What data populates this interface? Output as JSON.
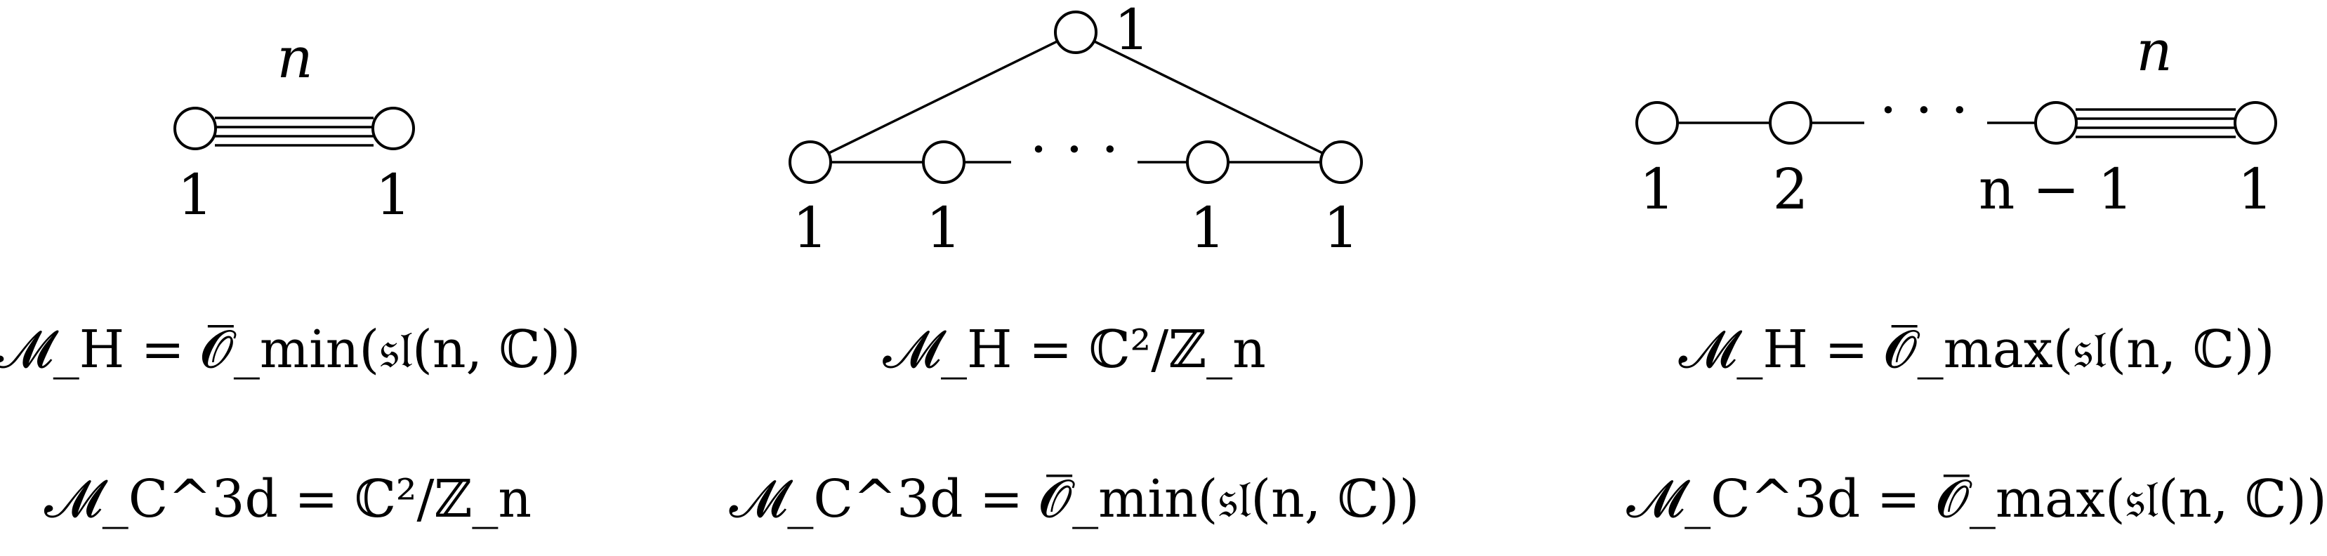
{
  "quivers": [
    {
      "top_label": "n",
      "node_labels": [
        "1",
        "1"
      ]
    },
    {
      "top_label": "1",
      "dots": "· · ·",
      "node_labels": [
        "1",
        "1",
        "1",
        "1"
      ]
    },
    {
      "top_label": "n",
      "dots": "· · ·",
      "node_labels": [
        "1",
        "2",
        "n − 1",
        "1"
      ]
    }
  ],
  "equations": {
    "higgs": [
      "𝓜_H = 𝓞̅_min(𝔰𝔩(n, ℂ))",
      "𝓜_H = ℂ²/ℤ_n",
      "𝓜_H = 𝓞̅_max(𝔰𝔩(n, ℂ))"
    ],
    "coulomb": [
      "𝓜_C^3d = ℂ²/ℤ_n",
      "𝓜_C^3d = 𝓞̅_min(𝔰𝔩(n, ℂ))",
      "𝓜_C^3d = 𝓞̅_max(𝔰𝔩(n, ℂ))"
    ]
  }
}
